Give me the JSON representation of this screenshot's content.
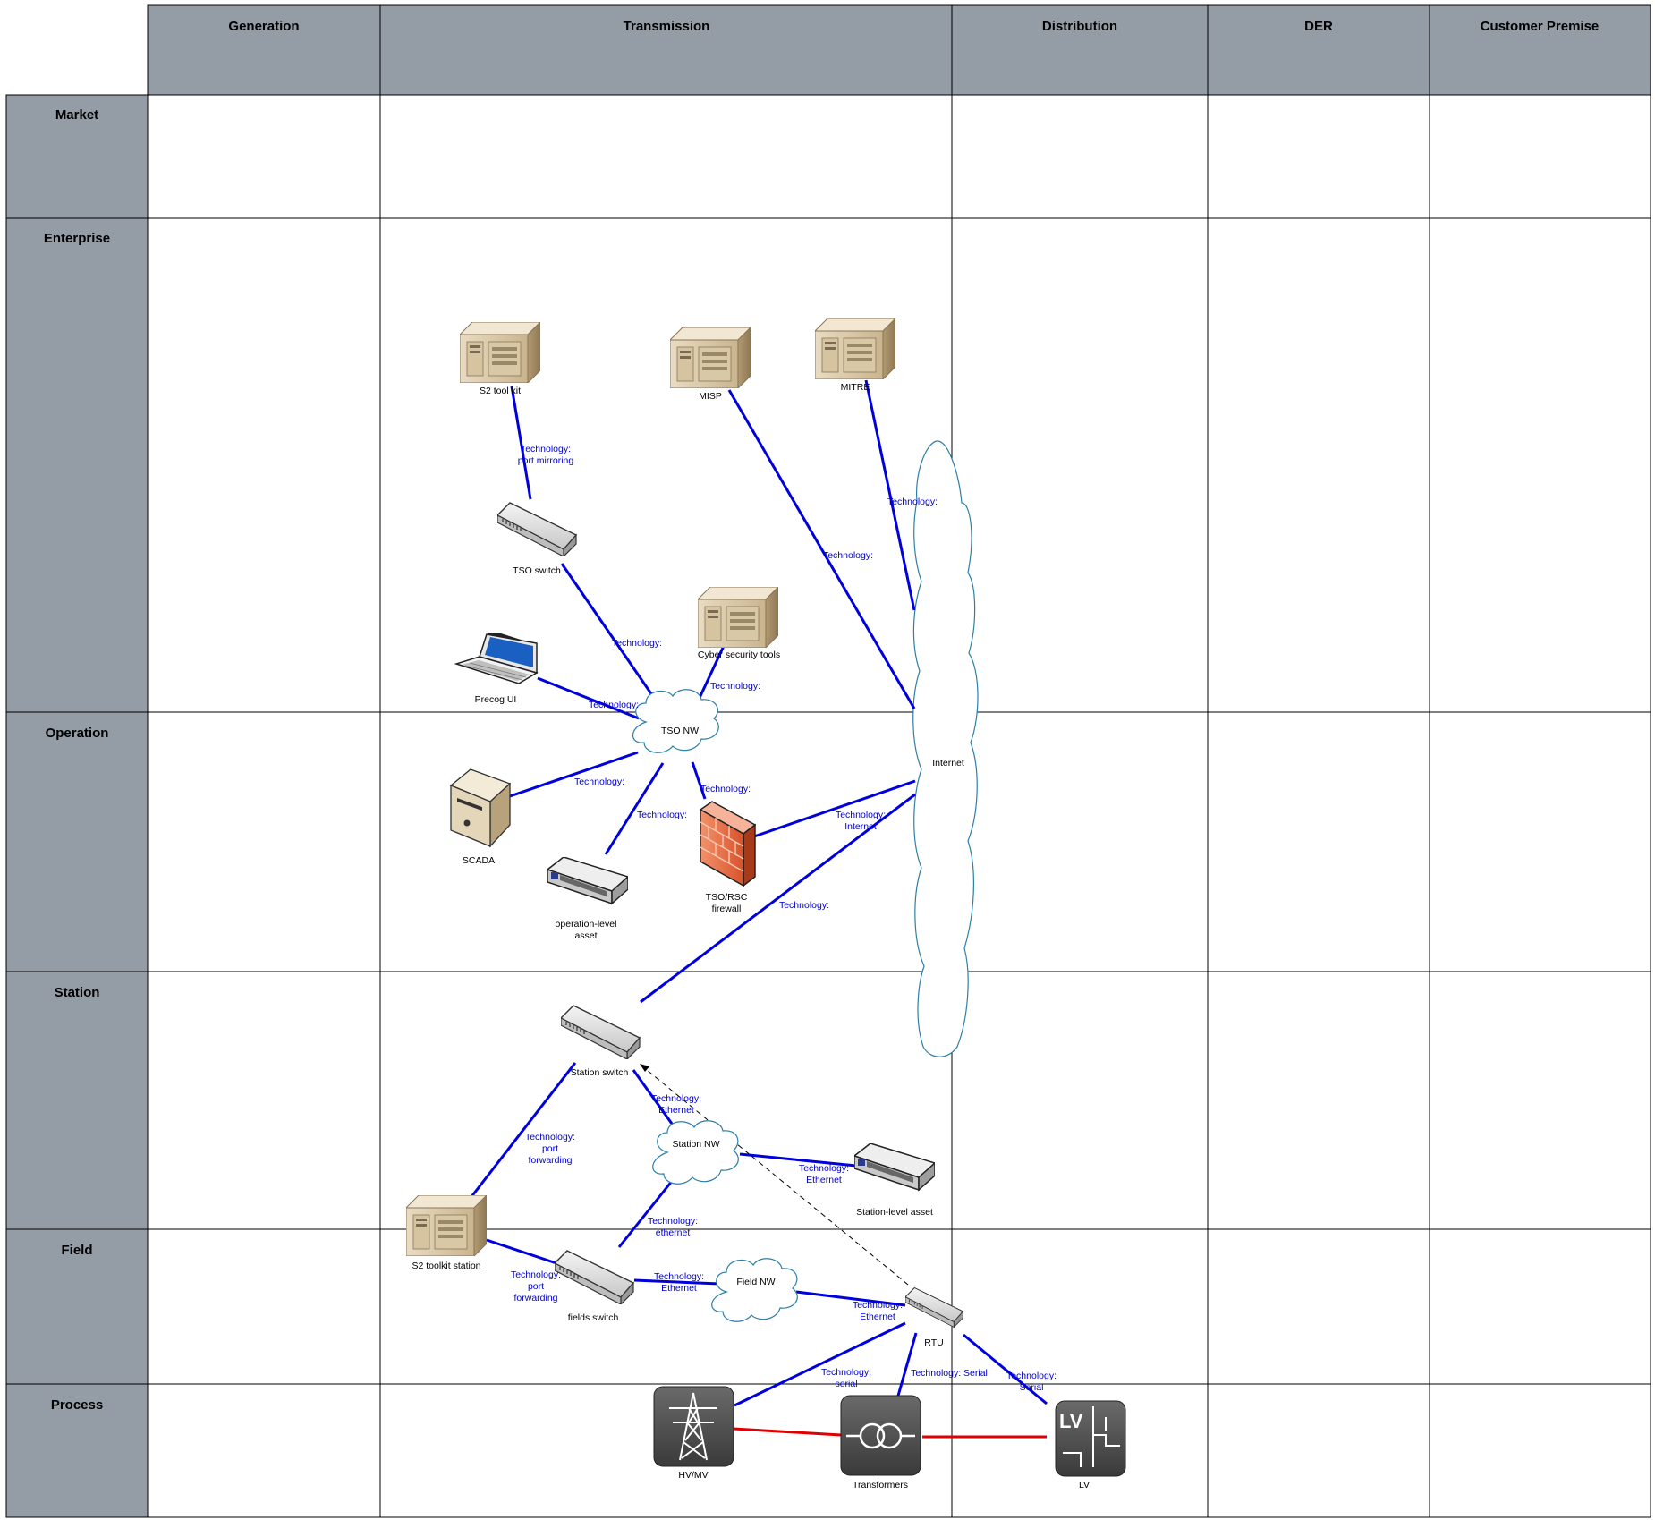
{
  "columns": [
    "Generation",
    "Transmission",
    "Distribution",
    "DER",
    "Customer Premise"
  ],
  "rows": [
    "Market",
    "Enterprise",
    "Operation",
    "Station",
    "Field",
    "Process"
  ],
  "colors": {
    "header_fill": "#949ca6",
    "grid_line": "#000000",
    "link": "#0000dd",
    "power_line": "#e00000",
    "tech_text": "#0000cc",
    "cloud_stroke": "#2e7fa6"
  },
  "nodes": {
    "s2_toolkit": {
      "label": "S2 tool kit",
      "icon": "server-icon"
    },
    "misp": {
      "label": "MISP",
      "icon": "server-icon"
    },
    "mitre": {
      "label": "MITRE",
      "icon": "server-icon"
    },
    "tso_switch": {
      "label": "TSO switch",
      "icon": "switch-icon"
    },
    "cyber_security_tools": {
      "label": "Cyber security tools",
      "icon": "server-icon"
    },
    "precog_ui": {
      "label": "Precog UI",
      "icon": "laptop-icon"
    },
    "tso_nw": {
      "label": "TSO NW",
      "icon": "cloud-icon"
    },
    "internet": {
      "label": "Internet",
      "icon": "cloud-icon"
    },
    "scada": {
      "label": "SCADA",
      "icon": "tower-server-icon"
    },
    "operation_asset": {
      "label_lines": [
        "operation-level",
        "asset"
      ],
      "icon": "device-icon"
    },
    "firewall": {
      "label_lines": [
        "TSO/RSC",
        "firewall"
      ],
      "icon": "firewall-icon"
    },
    "station_switch": {
      "label": "Station switch",
      "icon": "switch-icon"
    },
    "station_nw": {
      "label": "Station NW",
      "icon": "cloud-icon"
    },
    "station_asset": {
      "label": "Station-level asset",
      "icon": "device-icon"
    },
    "s2_toolkit_station": {
      "label": "S2 toolkit station",
      "icon": "server-icon"
    },
    "fields_switch": {
      "label": "fields switch",
      "icon": "switch-icon"
    },
    "field_nw": {
      "label": "Field NW",
      "icon": "cloud-icon"
    },
    "rtu": {
      "label": "RTU",
      "icon": "switch-icon"
    },
    "hvmv": {
      "label": "HV/MV",
      "icon": "pylon-icon"
    },
    "transformers": {
      "label": "Transformers",
      "icon": "transformer-icon"
    },
    "lv": {
      "label": "LV",
      "icon": "lv-icon",
      "icon_text": "LV"
    }
  },
  "tech_labels": {
    "s2_tso": [
      "Technology:",
      "port mirroring"
    ],
    "mitre_internet": [
      "Technology:"
    ],
    "misp_internet": [
      "Technology:"
    ],
    "tso_switch_nw": [
      "Technology:"
    ],
    "cyber_nw": [
      "Technology:"
    ],
    "precog_nw": [
      "Technology:"
    ],
    "scada_nw": [
      "Technology:"
    ],
    "asset_nw": [
      "Technology:"
    ],
    "firewall_nw": [
      "Technology:"
    ],
    "firewall_internet": [
      "Technology:",
      "Internet"
    ],
    "station_internet": [
      "Technology:"
    ],
    "station_switch_nw": [
      "Technology:",
      "Ethernet"
    ],
    "port_forwarding_upper": [
      "Technology:",
      "port",
      "forwarding"
    ],
    "station_asset_nw": [
      "Technology:",
      "Ethernet"
    ],
    "fields_station_nw": [
      "Technology:",
      "ethernet"
    ],
    "port_forwarding_lower": [
      "Technology:",
      "port",
      "forwarding"
    ],
    "fields_fieldnw": [
      "Technology:",
      "Ethernet"
    ],
    "fieldnw_rtu": [
      "Technology:",
      "Ethernet"
    ],
    "rtu_hvmv": [
      "Technology:",
      "serial"
    ],
    "rtu_transformers": [
      "Technology: Serial"
    ],
    "rtu_lv": [
      "Technology:",
      "Serial"
    ]
  }
}
